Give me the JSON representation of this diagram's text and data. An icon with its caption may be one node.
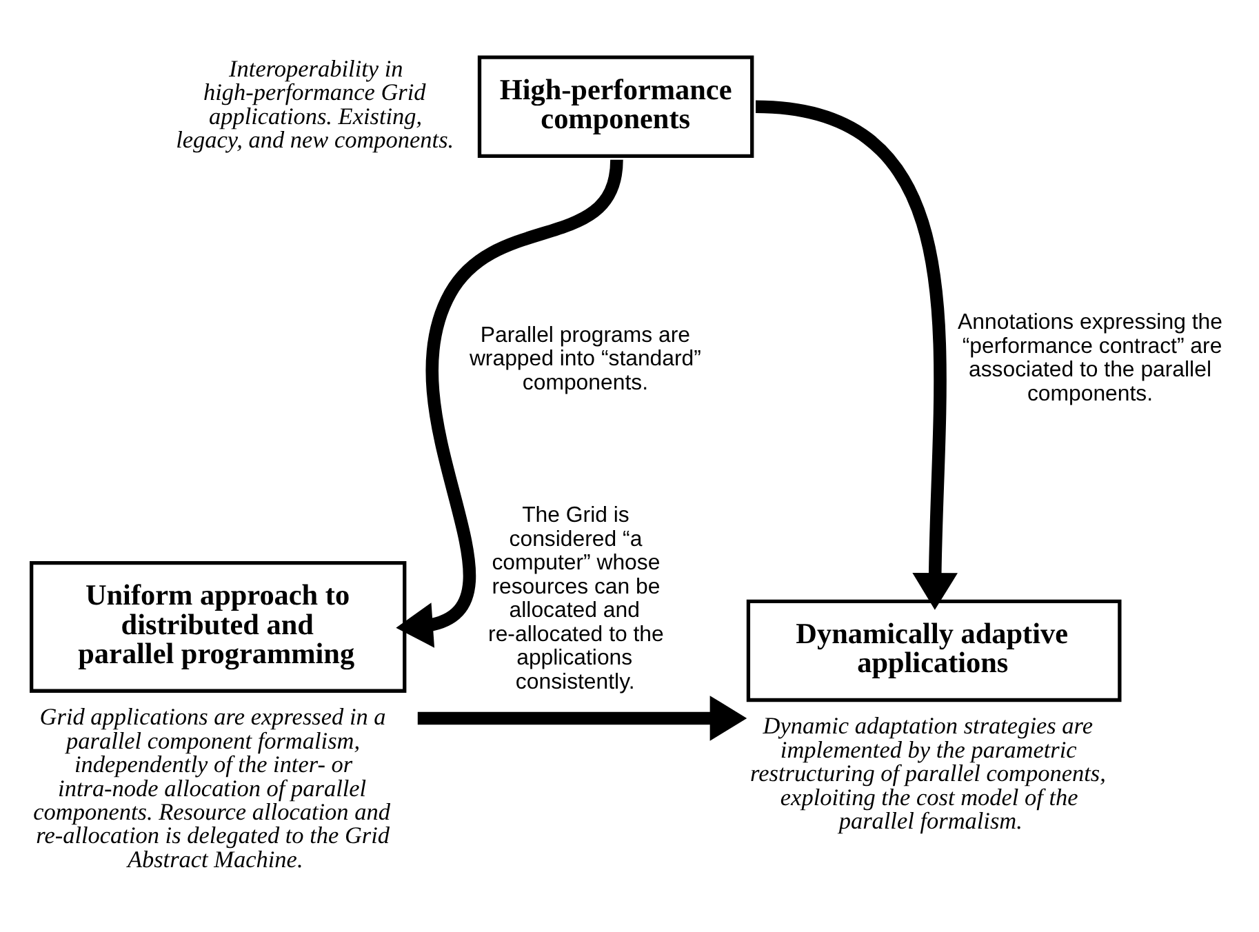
{
  "diagram": {
    "nodes": [
      {
        "text": [
          "High-performance components"
        ],
        "beside": [
          "Interoperability in high-performance Grid applications. Existing, legacy, and new components."
        ]
      },
      {
        "text": [
          "Uniform approach to distributed and parallel programming"
        ],
        "beside": [
          "Grid applications are expressed in a parallel component formalism, independently of the inter- or intra-node allocation of parallel components. Resource allocation and re-allocation is delegated to the Grid Abstract Machine."
        ]
      },
      {
        "text": [
          "Dynamically adaptive applications"
        ],
        "beside": [
          "Dynamic adaptation strategies are implemented by the parametric restructuring of parallel components, exploiting the cost model of the parallel formalism."
        ]
      }
    ],
    "edges": [
      {
        "from": 0,
        "to": 1,
        "arrow": "to",
        "label": "Parallel programs are wrapped into “standard” components."
      },
      {
        "from": 0,
        "to": 2,
        "arrow": "to",
        "label": "Annotations expressing the “performance contract” are associated to the parallel components."
      },
      {
        "from": 1,
        "to": 2,
        "arrow": "to",
        "label": "The Grid is considered “a computer” whose resources can be allocated and re-allocated to the applications consistently."
      }
    ]
  }
}
